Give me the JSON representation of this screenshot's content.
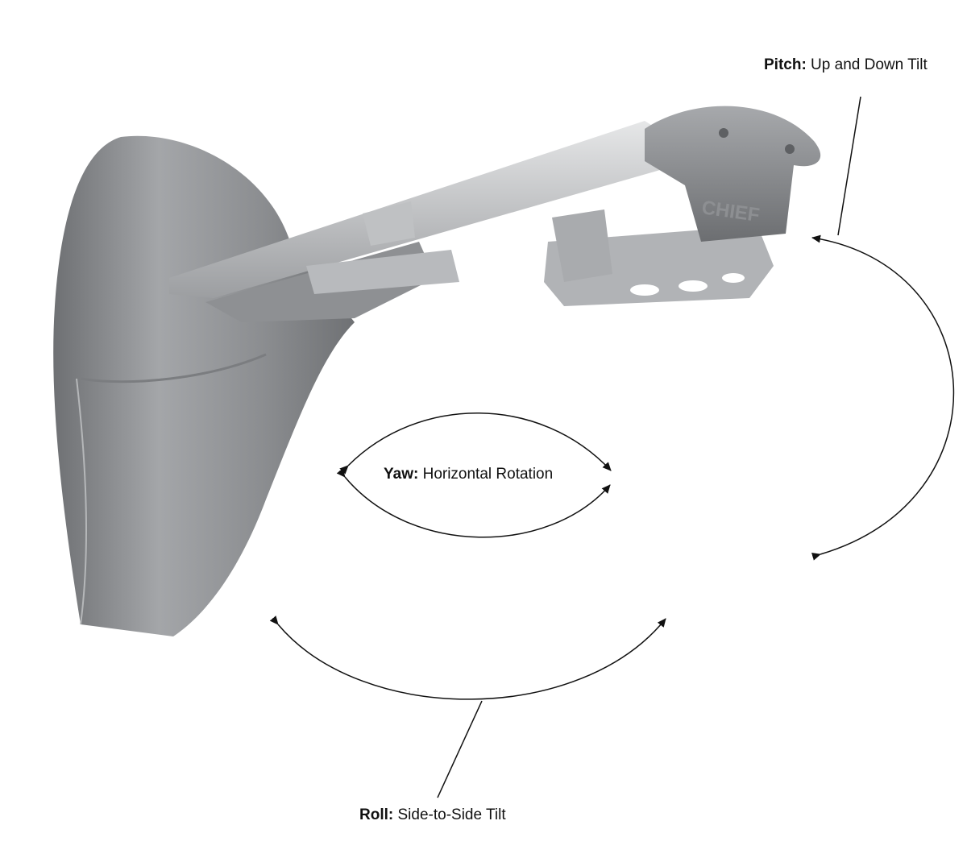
{
  "labels": {
    "pitch": {
      "term": "Pitch:",
      "desc": " Up and Down Tilt"
    },
    "yaw": {
      "term": "Yaw:",
      "desc": " Horizontal Rotation"
    },
    "roll": {
      "term": "Roll:",
      "desc": " Side-to-Side Tilt"
    }
  },
  "product": {
    "logo_text": "CHIEF"
  },
  "colors": {
    "arrow": "#111111",
    "body": "#8a8c8f",
    "arm": "#c9cacc"
  }
}
